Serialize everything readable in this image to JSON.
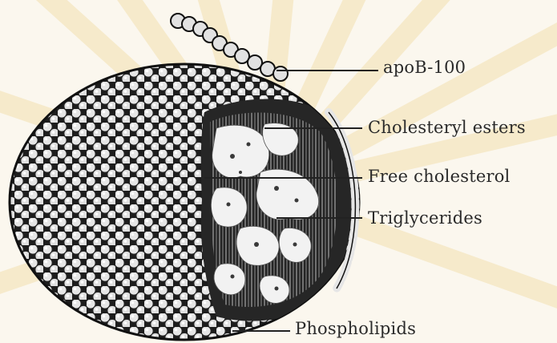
{
  "diagram": {
    "labels": {
      "apob": "apoB-100",
      "cholesteryl_esters": "Cholesteryl esters",
      "free_cholesterol": "Free cholesterol",
      "triglycerides": "Triglycerides",
      "phospholipids": "Phospholipids"
    }
  },
  "colors": {
    "background": "#fbf7ee",
    "sphere_dark": "#1d1d1d",
    "bead_light": "#e6e6e6",
    "core_light": "#f2f2f2",
    "label_text": "#2a2a2a"
  }
}
